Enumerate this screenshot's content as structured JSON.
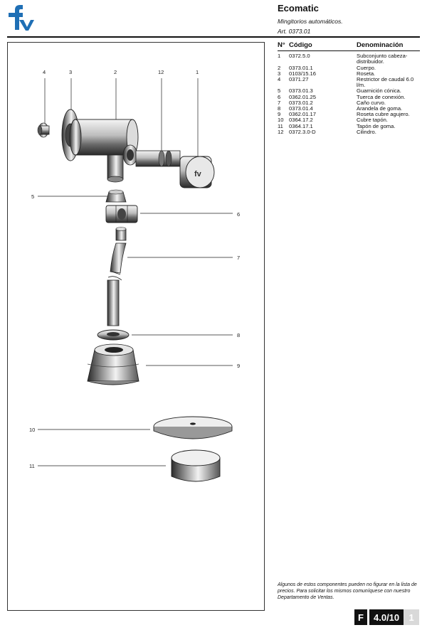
{
  "header": {
    "brand": "fv",
    "title": "Ecomatic",
    "subtitle": "Mingitorios automáticos.",
    "article": "Art. 0373.01"
  },
  "table": {
    "headers": [
      "N°",
      "Código",
      "Denominación"
    ],
    "rows": [
      {
        "n": "1",
        "code": "0372.5.0",
        "desc": "Subconjunto cabeza-distribuidor."
      },
      {
        "n": "2",
        "code": "0373.01.1",
        "desc": "Cuerpo."
      },
      {
        "n": "3",
        "code": "0103/15.16",
        "desc": "Roseta."
      },
      {
        "n": "4",
        "code": "0371.27",
        "desc": "Restrictor de caudal 6.0 l/m."
      },
      {
        "n": "5",
        "code": "0373.01.3",
        "desc": "Guarnición cónica."
      },
      {
        "n": "6",
        "code": "0362.01.25",
        "desc": "Tuerca de conexión."
      },
      {
        "n": "7",
        "code": "0373.01.2",
        "desc": "Caño curvo."
      },
      {
        "n": "8",
        "code": "0373.01.4",
        "desc": "Arandela de goma."
      },
      {
        "n": "9",
        "code": "0362.01.17",
        "desc": "Roseta cubre agujero."
      },
      {
        "n": "10",
        "code": "0364.17.2",
        "desc": "Cubre tapón."
      },
      {
        "n": "11",
        "code": "0364.17.1",
        "desc": "Tapón de goma."
      },
      {
        "n": "12",
        "code": "0372.3.0-D",
        "desc": "Cilindro."
      }
    ]
  },
  "callouts": {
    "top": [
      "4",
      "3",
      "2",
      "12",
      "1"
    ],
    "left": [
      "5",
      "10",
      "11"
    ],
    "right": [
      "6",
      "7",
      "8",
      "9"
    ]
  },
  "footnote": "Algunos de estos componentes pueden no figurar en la lista de precios. Para solicitar los mismos comuníquese con nuestro Departamento de Ventas.",
  "page": {
    "letter": "F",
    "section": "4.0/10",
    "number": "1"
  },
  "colors": {
    "brand": "#1f6fb5",
    "ink": "#111111",
    "badge_page": "#d9d9d9"
  }
}
